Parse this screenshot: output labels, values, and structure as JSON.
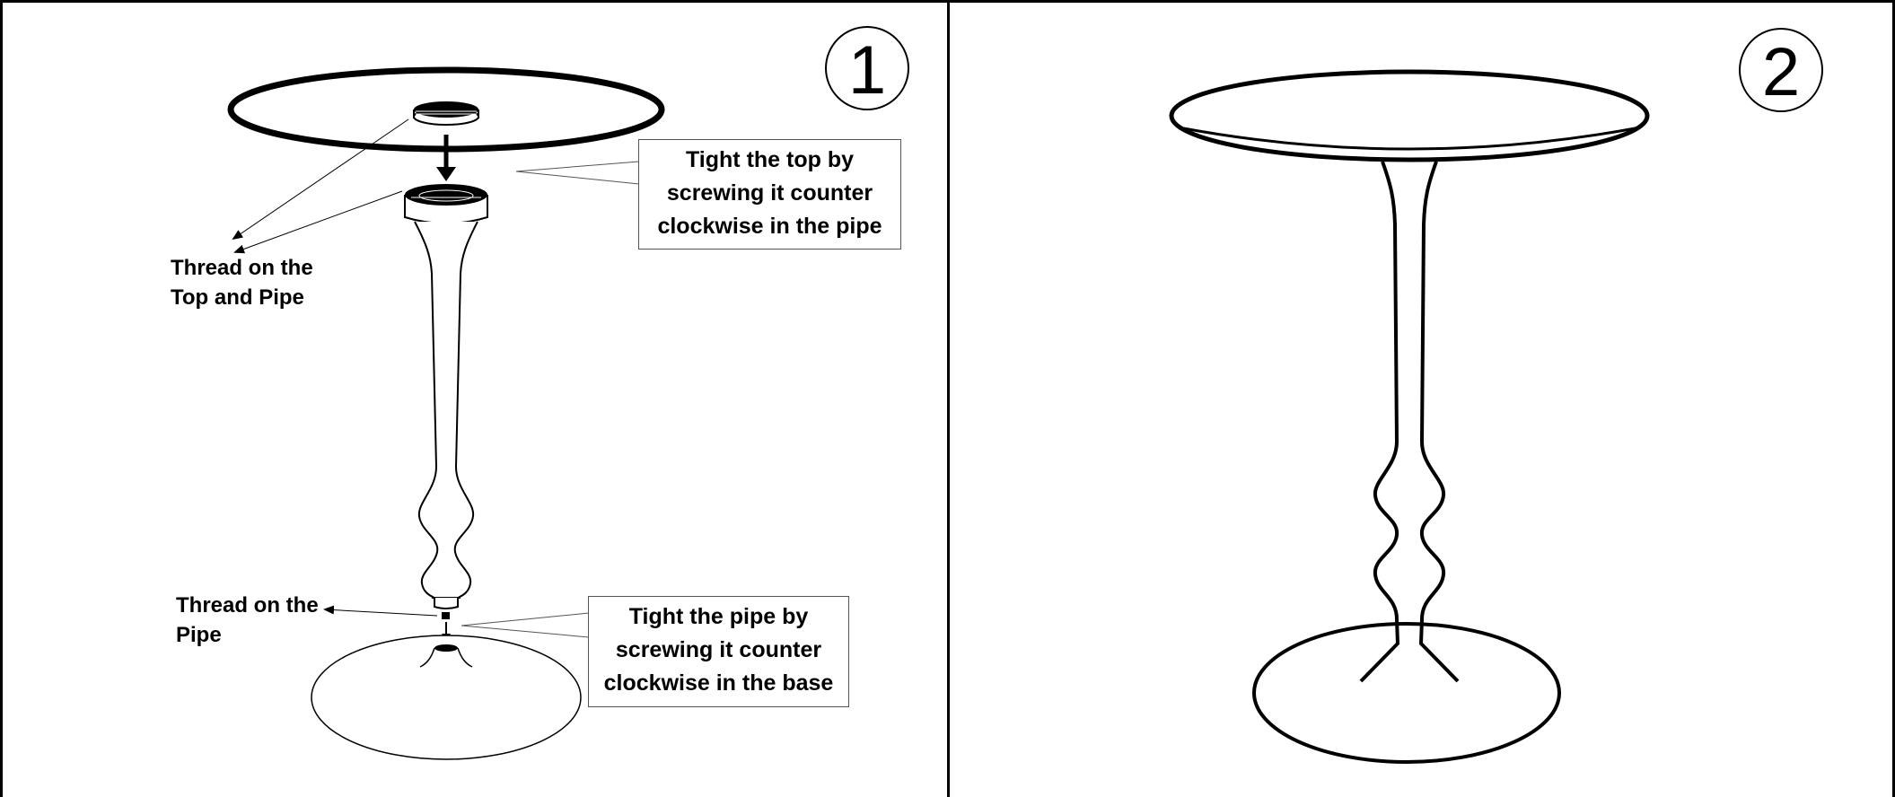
{
  "steps": [
    {
      "number": "1",
      "labels": {
        "thread_top_pipe": [
          "Thread on the",
          "Top and Pipe"
        ],
        "thread_pipe": [
          "Thread on the",
          "Pipe"
        ]
      },
      "callouts": {
        "tighten_top": [
          "Tight the top by",
          "screwing it counter",
          "clockwise in the pipe"
        ],
        "tighten_pipe": [
          "Tight the pipe by",
          "screwing it counter",
          "clockwise in the base"
        ]
      }
    },
    {
      "number": "2"
    }
  ]
}
